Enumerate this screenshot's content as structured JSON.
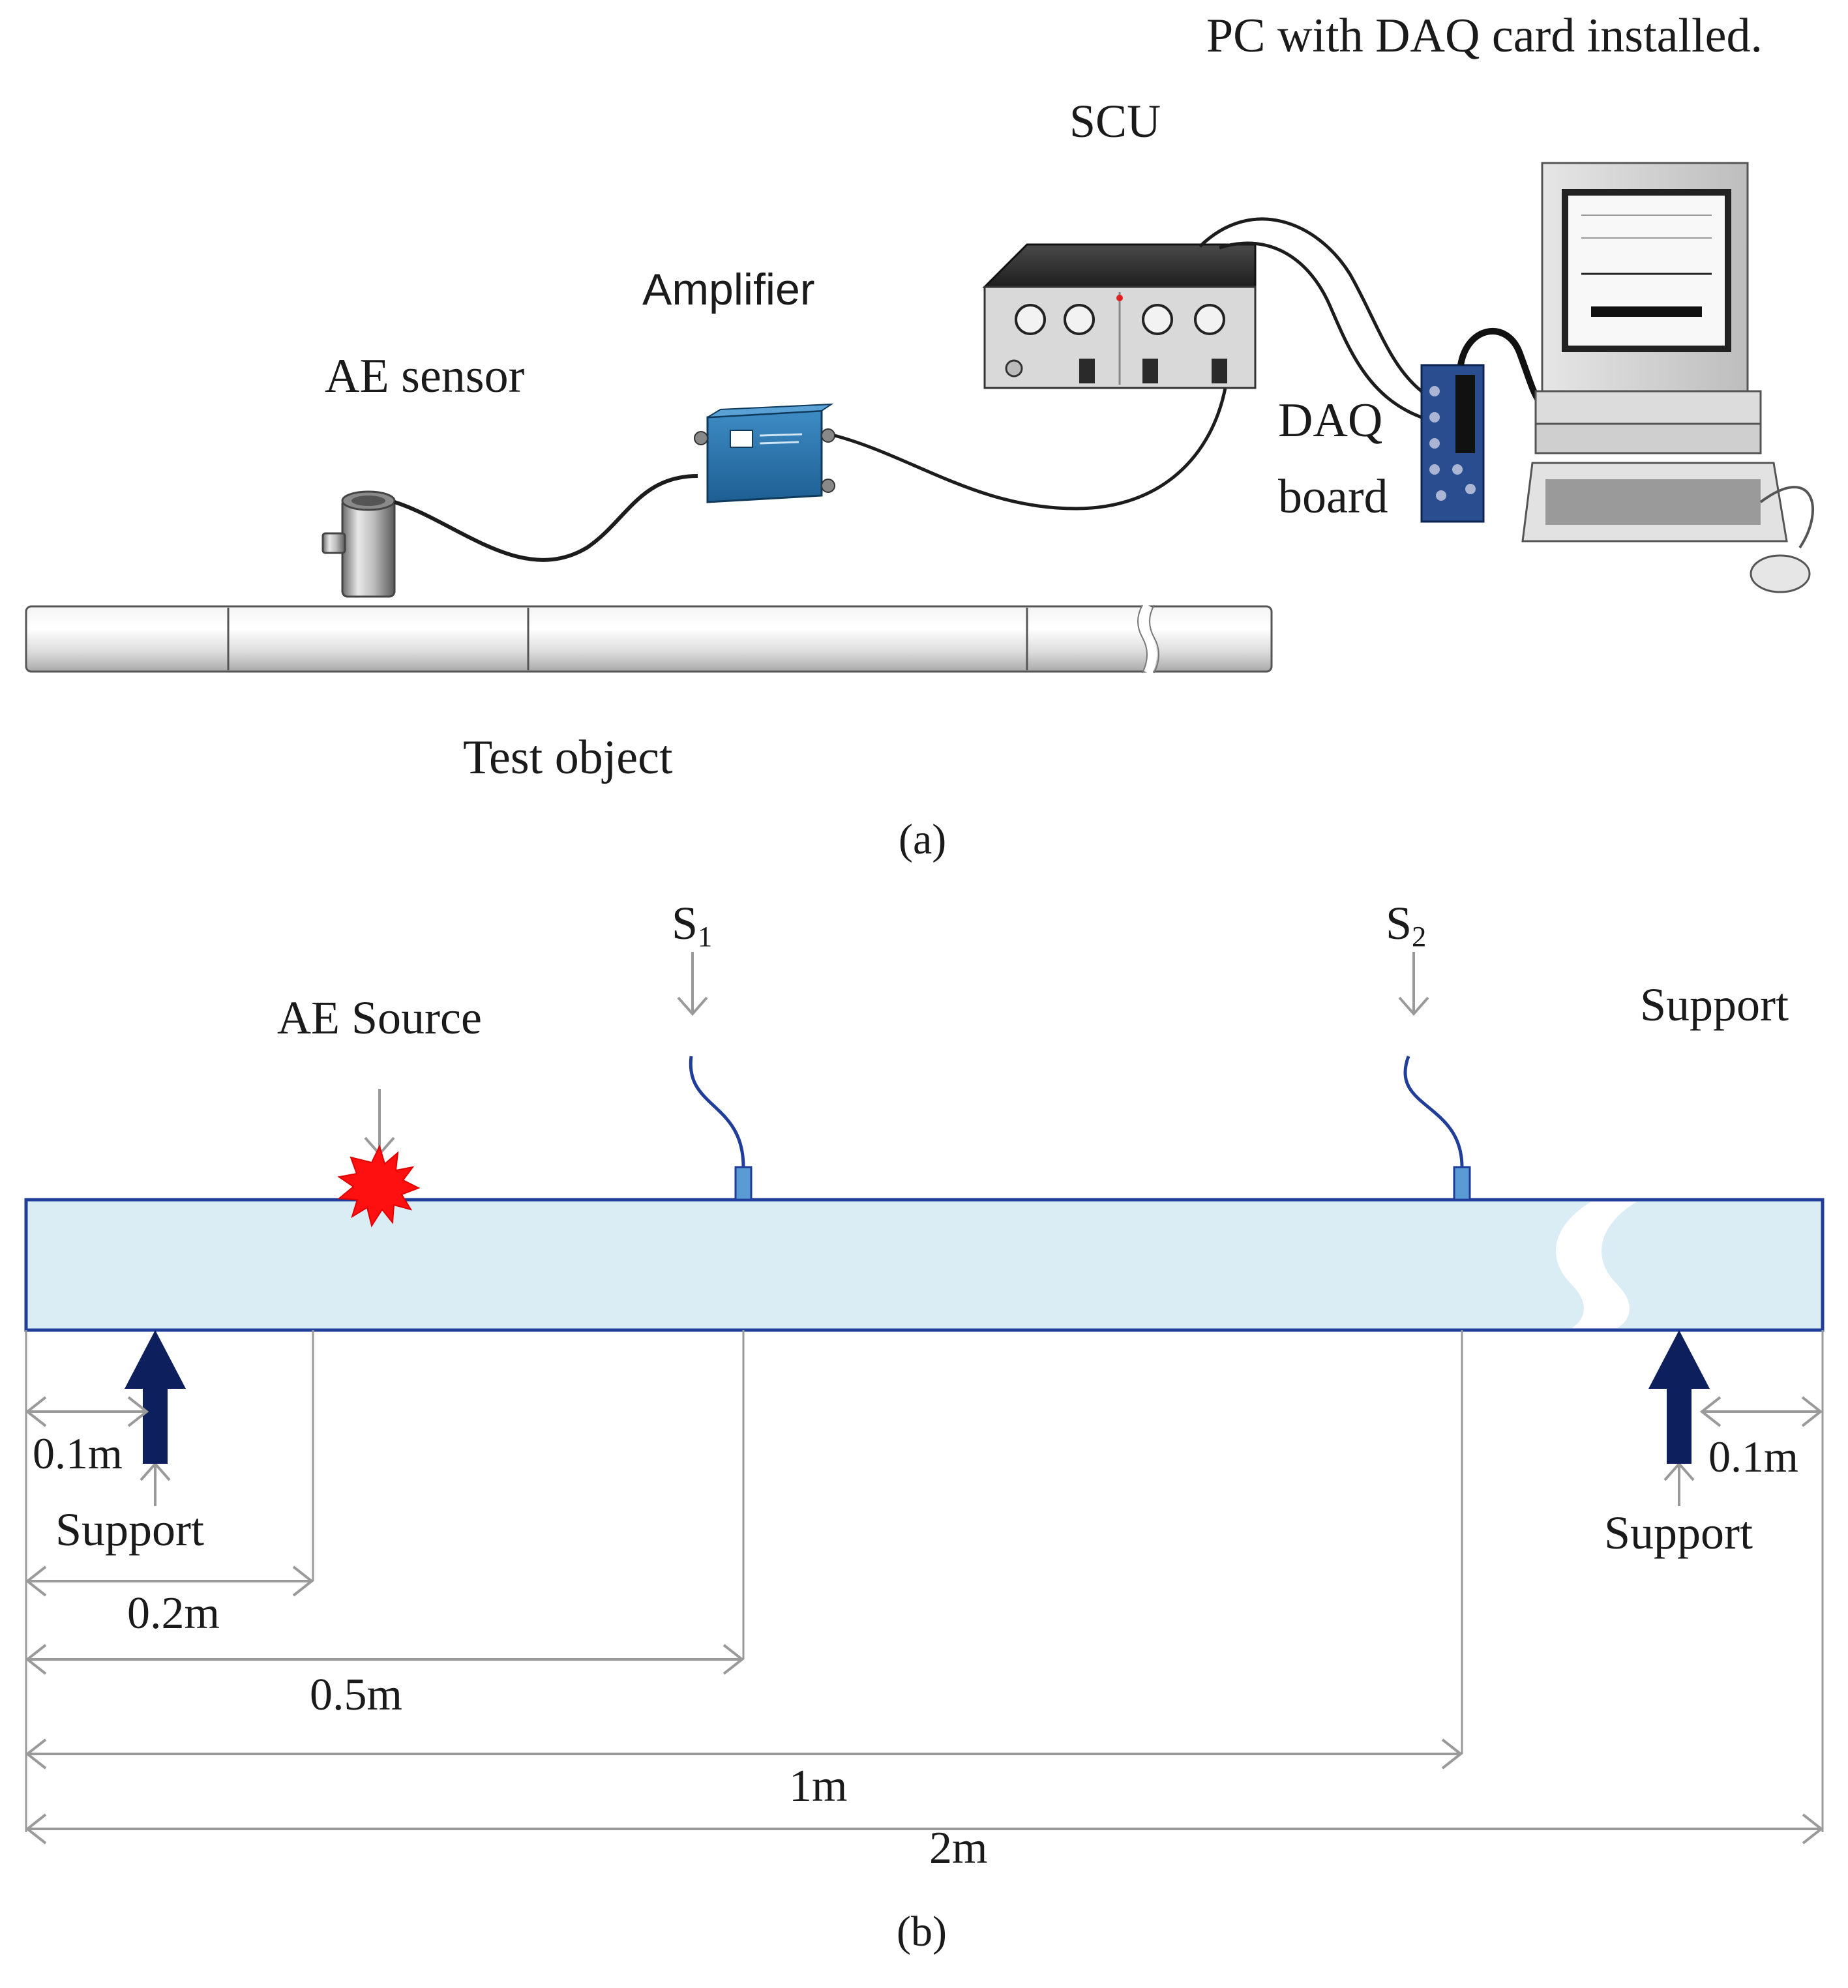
{
  "panel_a": {
    "caption": "(a)",
    "labels": {
      "pc": "PC with DAQ card installed.",
      "scu": "SCU",
      "amplifier": "Amplifier",
      "ae_sensor": "AE sensor",
      "daq_line1": "DAQ",
      "daq_line2": "board",
      "test_object": "Test object"
    }
  },
  "panel_b": {
    "caption": "(b)",
    "labels": {
      "s1": "S",
      "s1_sub": "1",
      "s2": "S",
      "s2_sub": "2",
      "ae_source": "AE Source",
      "support_top_right": "Support",
      "support_left": "Support",
      "support_right": "Support"
    },
    "dimensions": {
      "left_offset": "0.1m",
      "right_offset": "0.1m",
      "d_source": "0.2m",
      "d_s1": "0.5m",
      "d_s2": "1m",
      "d_total": "2m"
    }
  },
  "colors": {
    "beam_fill": "#daecf4",
    "beam_stroke": "#1f3d99",
    "support_arrow": "#0d1f5c",
    "source_burst": "#ff1010",
    "dim_line": "#9a9a9a",
    "sensor_fill": "#5b9bd5",
    "sensor_cable": "#1f3d99"
  }
}
